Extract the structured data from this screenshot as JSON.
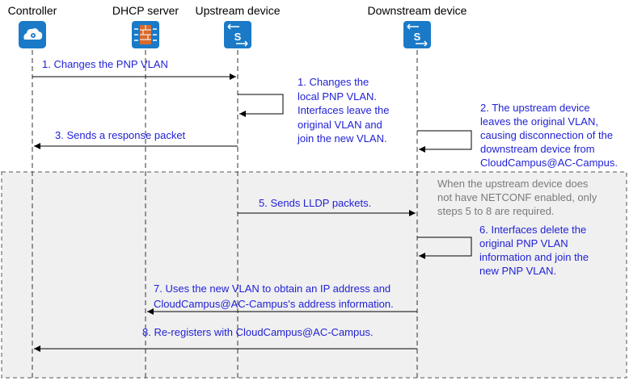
{
  "participants": [
    {
      "label": "Controller",
      "icon": "cloud-controller-icon"
    },
    {
      "label": "DHCP server",
      "icon": "firewall-server-icon"
    },
    {
      "label": "Upstream device",
      "icon": "switch-icon"
    },
    {
      "label": "Downstream device",
      "icon": "switch-icon"
    }
  ],
  "steps": {
    "s1a": "1. Changes the PNP VLAN",
    "s1b": [
      "1. Changes the",
      "local PNP VLAN.",
      "Interfaces leave the",
      "original VLAN and",
      "join the new VLAN."
    ],
    "s2": [
      "2. The upstream device",
      "leaves the original VLAN,",
      "causing disconnection of the",
      "downstream device from",
      "CloudCampus@AC-Campus."
    ],
    "s3": "3. Sends a response packet",
    "s5": "5. Sends LLDP packets.",
    "s6": [
      "6. Interfaces delete the",
      "original PNP VLAN",
      "information and join the",
      "new PNP VLAN."
    ],
    "s7": [
      "7. Uses the new VLAN to obtain an IP address and",
      "CloudCampus@AC-Campus's address information."
    ],
    "s8": "8. Re-registers with CloudCampus@AC-Campus."
  },
  "note": [
    "When the upstream device does",
    "not have NETCONF enabled, only",
    "steps 5 to 8 are required."
  ],
  "colors": {
    "message_text": "#1f1fd6",
    "note_text": "#7a7a7a",
    "icon_fill": "#1a7ac8",
    "region_fill": "#f0f0f0",
    "lifeline": "#333333"
  }
}
